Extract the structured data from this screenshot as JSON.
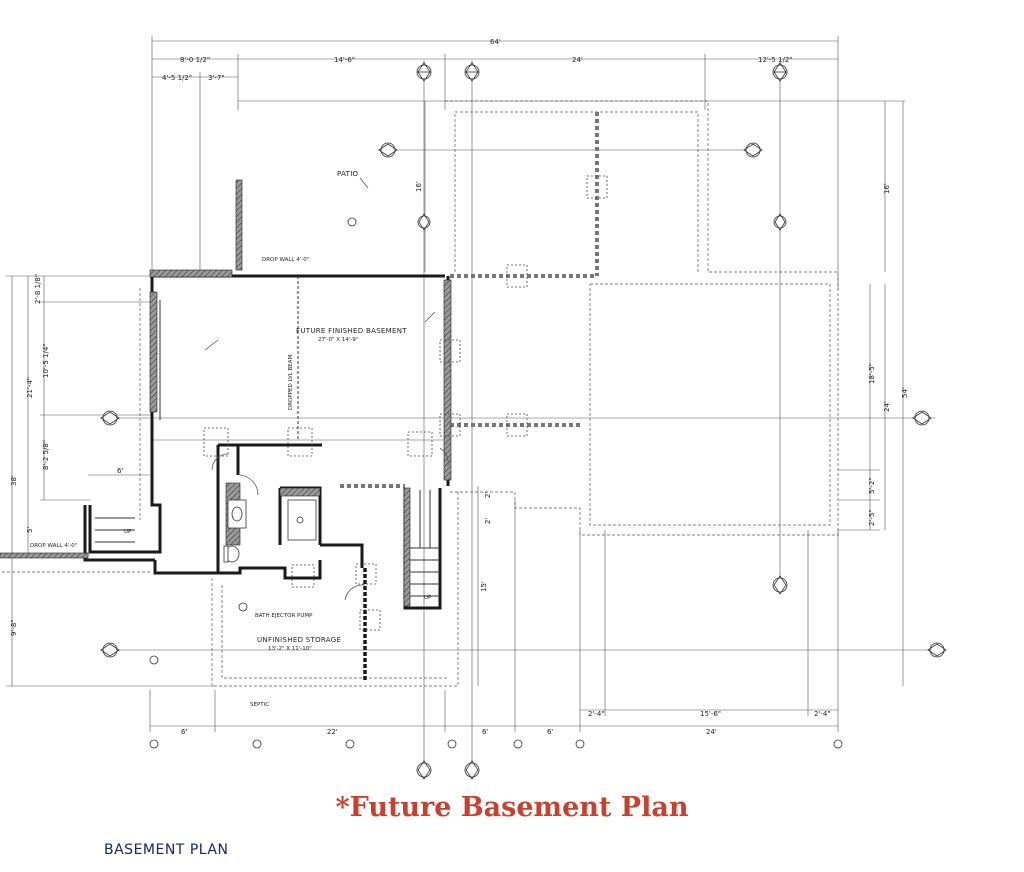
{
  "rooms": {
    "patio": "PATIO",
    "future_finished": "FUTURE FINISHED BASEMENT",
    "future_finished_size": "27'-0\" X 14'-9\"",
    "unfinished_storage": "UNFINISHED STORAGE",
    "unfinished_storage_size": "13'-2\" X 11'-10\""
  },
  "notes": {
    "drop_wall_top": "DROP WALL 4'-0\"",
    "drop_wall_left": "DROP WALL 4'-0\"",
    "beam": "DROPPED LVL BEAM",
    "ejector": "BATH EJECTOR PUMP",
    "septic": "SEPTIC",
    "up_left": "UP",
    "up_right": "UP"
  },
  "dims": {
    "overall_width": "64'",
    "top_8": "8'-0 1/2\"",
    "top_14": "14'-6\"",
    "top_24": "24'",
    "top_12": "12'-5 1/2\"",
    "top_4": "4'-5 1/2\"",
    "top_3": "3'-7\"",
    "patio_depth": "16'",
    "right_16": "16'",
    "right_54": "54'",
    "right_24": "24'",
    "right_18": "18'-5\"",
    "right_5": "5'-2\"",
    "right_2": "2'-5\"",
    "left_38": "38'",
    "left_21": "21'-4\"",
    "left_2_8": "2'-8 1/8\"",
    "left_10": "10'-5 1/4\"",
    "left_8": "8'-2 5/8\"",
    "left_5": "5'",
    "left_9": "9'-8\"",
    "left_6": "6'",
    "mid_15": "15'",
    "mid_2a": "2'",
    "mid_2b": "2'",
    "bot_6a": "6'",
    "bot_22": "22'",
    "bot_6b": "6'",
    "bot_6c": "6'",
    "bot_24": "24'",
    "bot_2_4a": "2'-4\"",
    "bot_15": "15'-6\"",
    "bot_2_4b": "2'-4\""
  },
  "title": "*Future Basement Plan",
  "footer_label": "BASEMENT PLAN"
}
